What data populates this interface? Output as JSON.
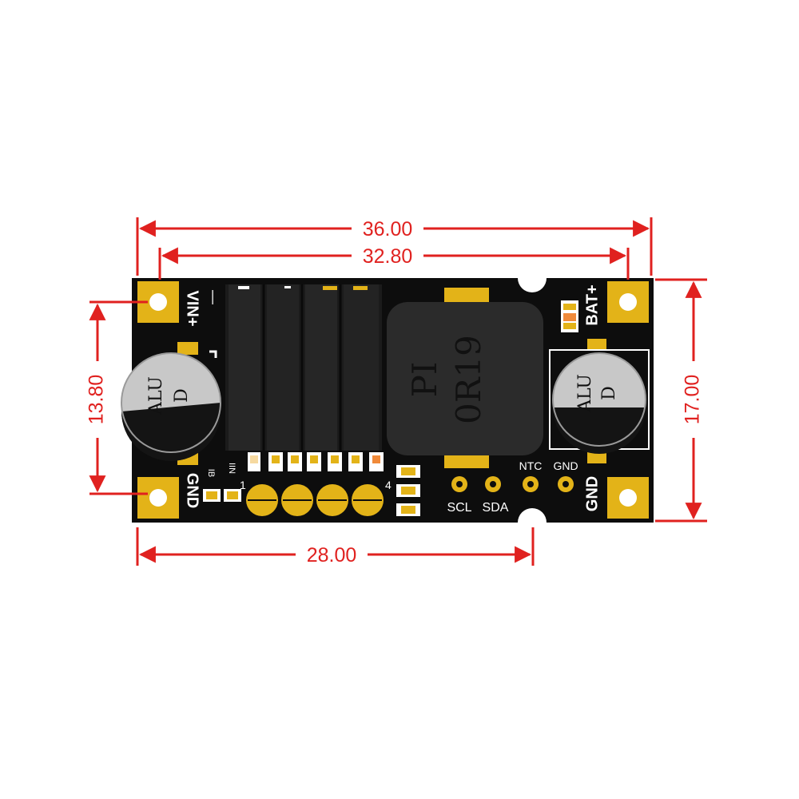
{
  "colors": {
    "dimension": "#e0211f",
    "board": "#0d0d0d",
    "pad": "#e3b318",
    "silkscreen": "#ffffff",
    "heatsink": "#1b1b1b",
    "inductor": "#2b2b2b",
    "capacitor": "#c8c8c8",
    "smd_orange": "#f08a3a"
  },
  "dimensions": {
    "overall_width": "36.00",
    "hole_spacing_width": "32.80",
    "hole_spacing_height": "13.80",
    "overall_height": "17.00",
    "partial_width": "28.00"
  },
  "labels": {
    "vin_plus": "VIN+",
    "gnd_left": "GND",
    "bat_plus": "BAT+",
    "gnd_right": "GND",
    "ib": "IB",
    "iin": "IIN",
    "pin_1": "1",
    "pin_4": "4",
    "ntc": "NTC",
    "gnd_header": "GND",
    "scl": "SCL",
    "sda": "SDA",
    "minus": "—"
  },
  "inductor": {
    "line1": "PI",
    "line2": "0R19"
  },
  "capacitor_left": {
    "line1": "ALU",
    "line2": "D"
  },
  "capacitor_right": {
    "line1": "ALU",
    "line2": "D"
  }
}
